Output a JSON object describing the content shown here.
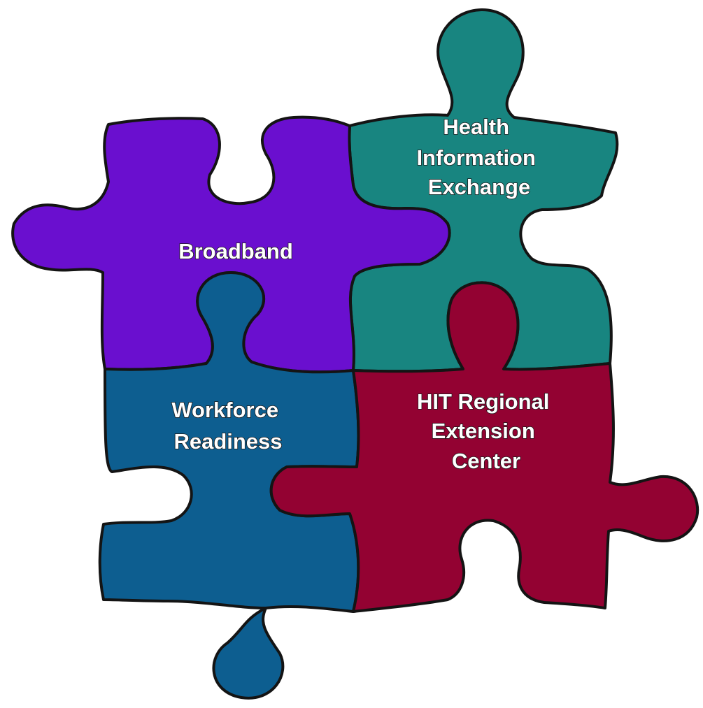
{
  "pieces": {
    "broadband": {
      "lines": [
        "Broadband"
      ],
      "color": "#6a0fcf"
    },
    "health_information_exchange": {
      "lines": [
        "Health",
        "Information",
        "Exchange"
      ],
      "color": "#188580"
    },
    "workforce_readiness": {
      "lines": [
        "Workforce",
        "Readiness"
      ],
      "color": "#0d5e90"
    },
    "hit_regional_extension_center": {
      "lines": [
        "HIT Regional",
        "Extension",
        "Center"
      ],
      "color": "#930232"
    }
  }
}
